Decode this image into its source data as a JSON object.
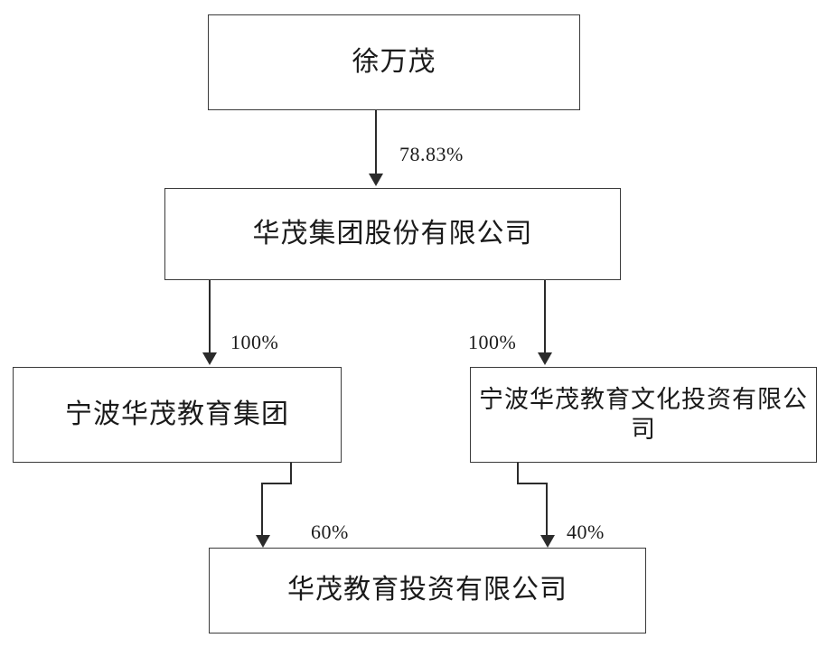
{
  "diagram": {
    "type": "ownership-structure-chart",
    "nodes": [
      {
        "id": "n1",
        "label": "徐万茂"
      },
      {
        "id": "n2",
        "label": "华茂集团股份有限公司"
      },
      {
        "id": "n3",
        "label": "宁波华茂教育集团"
      },
      {
        "id": "n4",
        "label": "宁波华茂教育文化投资有限公司"
      },
      {
        "id": "n5",
        "label": "华茂教育投资有限公司"
      }
    ],
    "edges": [
      {
        "from": "n1",
        "to": "n2",
        "label": "78.83%"
      },
      {
        "from": "n2",
        "to": "n3",
        "label": "100%"
      },
      {
        "from": "n2",
        "to": "n4",
        "label": "100%"
      },
      {
        "from": "n3",
        "to": "n5",
        "label": "60%"
      },
      {
        "from": "n4",
        "to": "n5",
        "label": "40%"
      }
    ],
    "colors": {
      "box_border": "#3a3a3a",
      "connector": "#2b2b2b",
      "text": "#1a1a1a",
      "background": "#ffffff"
    }
  }
}
